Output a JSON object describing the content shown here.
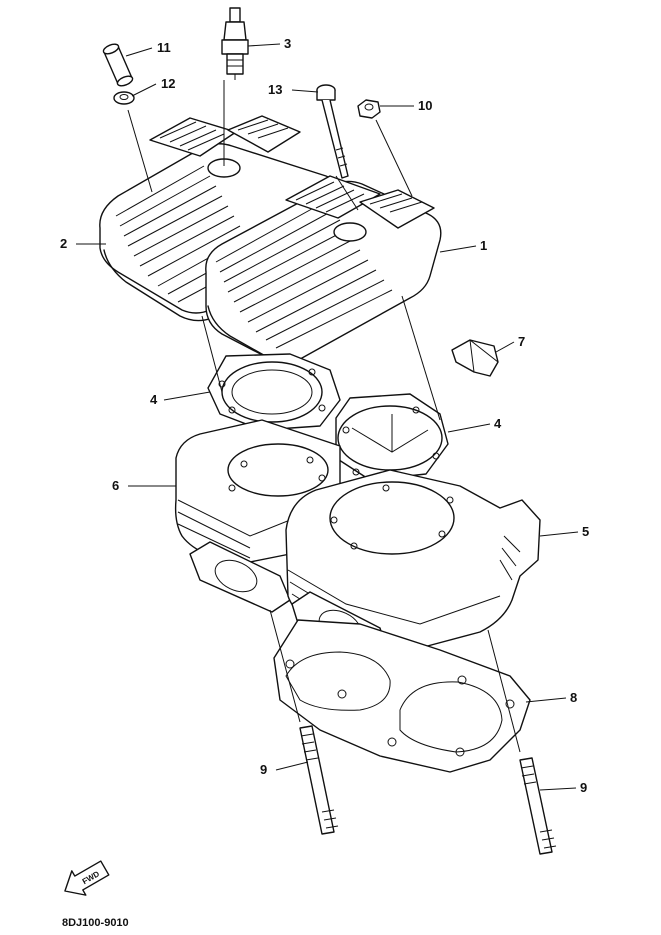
{
  "callouts": {
    "c1": "1",
    "c2": "2",
    "c3": "3",
    "c4a": "4",
    "c4b": "4",
    "c5": "5",
    "c6": "6",
    "c7": "7",
    "c8": "8",
    "c9a": "9",
    "c9b": "9",
    "c10": "10",
    "c11": "11",
    "c12": "12",
    "c13": "13"
  },
  "fwd_label": "FWD",
  "diagram_code": "8DJ100-9010",
  "colors": {
    "line": "#111111",
    "background": "#ffffff"
  }
}
